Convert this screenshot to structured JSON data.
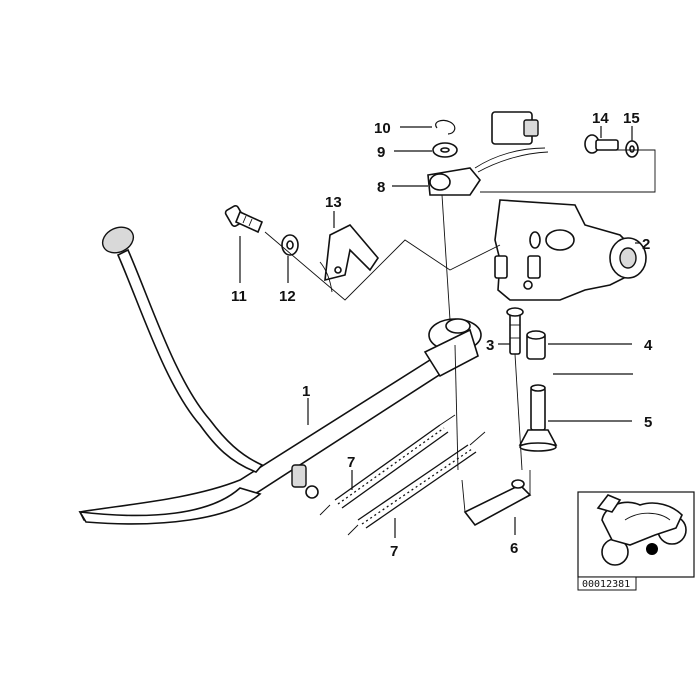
{
  "callouts": [
    {
      "id": "1",
      "label": "1"
    },
    {
      "id": "2",
      "label": "2"
    },
    {
      "id": "3",
      "label": "3"
    },
    {
      "id": "4",
      "label": "4"
    },
    {
      "id": "5",
      "label": "5"
    },
    {
      "id": "6",
      "label": "6"
    },
    {
      "id": "7a",
      "label": "7"
    },
    {
      "id": "7b",
      "label": "7"
    },
    {
      "id": "8",
      "label": "8"
    },
    {
      "id": "9",
      "label": "9"
    },
    {
      "id": "10",
      "label": "10"
    },
    {
      "id": "11",
      "label": "11"
    },
    {
      "id": "12",
      "label": "12"
    },
    {
      "id": "13",
      "label": "13"
    },
    {
      "id": "14",
      "label": "14"
    },
    {
      "id": "15",
      "label": "15"
    }
  ],
  "reference_number": "00012381",
  "colors": {
    "ink": "#111111",
    "background": "#ffffff",
    "location_marker": "#000000"
  }
}
